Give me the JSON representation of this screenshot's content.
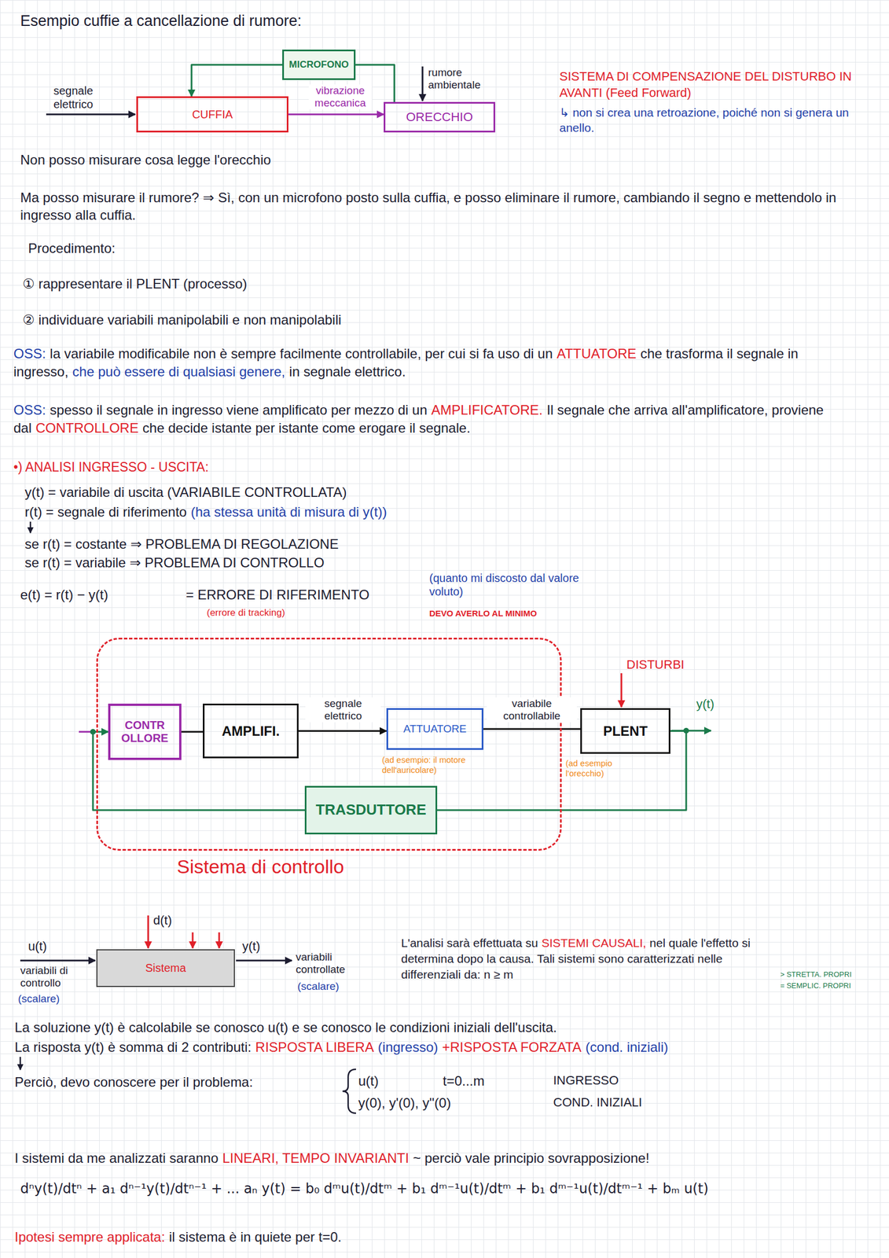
{
  "diagram": {
    "title": "Esempio cuffie a cancellazione di rumore:",
    "nodes": [
      {
        "text": [
          "MICROFONO"
        ]
      },
      {
        "text": [
          "CUFFIA"
        ]
      },
      {
        "text": [
          "ORECCHIO"
        ]
      },
      {
        "text": [
          "Sistema di controllo"
        ]
      },
      {
        "text": [
          "CONTR OLLORE"
        ],
        "in": 3
      },
      {
        "text": [
          "AMPLIFI."
        ],
        "in": 3
      },
      {
        "text": [
          "ATTUATORE"
        ],
        "in": 3
      },
      {
        "text": [
          "PLENT"
        ]
      },
      {
        "text": [
          "TRASDUTTORE"
        ],
        "in": 3
      },
      {
        "text": [
          "Sistema"
        ]
      }
    ],
    "edges": [
      {
        "from": 0,
        "to": 1,
        "arrow": "to"
      },
      {
        "from": 1,
        "to": 2,
        "label": "vibrazione meccanica",
        "arrow": "to"
      },
      {
        "from": 2,
        "to": 0,
        "arrow": "none"
      },
      {
        "from": 4,
        "to": 5,
        "arrow": "none"
      },
      {
        "from": 5,
        "to": 6,
        "label": "segnale elettrico",
        "arrow": "to"
      },
      {
        "from": 6,
        "to": 7,
        "label": "variabile controllabile",
        "arrow": "none"
      },
      {
        "from": 7,
        "to": 8,
        "arrow": "none"
      },
      {
        "from": 8,
        "to": 4,
        "arrow": "to"
      }
    ],
    "labels": [
      "segnale elettrico",
      "rumore ambientale",
      "SISTEMA DI COMPENSAZIONE DEL DISTURBO IN AVANTI (Feed Forward)",
      "↳ non si crea una retroazione, poiché non si genera un anello.",
      "Non posso misurare cosa legge l'orecchio",
      "Ma posso misurare il rumore? ⇒ Sì, con un microfono posto sulla cuffia, e posso eliminare il rumore, cambiando il segno e mettendolo in ingresso alla cuffia.",
      "Procedimento:",
      "① rappresentare il PLENT (processo)",
      "② individuare variabili manipolabili e non manipolabili",
      "OSS:",
      "la variabile modificabile non è sempre facilmente controllabile, per cui si fa uso di un",
      "ATTUATORE",
      "che trasforma il segnale in ingresso,",
      "che può essere di qualsiasi genere,",
      "in segnale elettrico.",
      "OSS:",
      "spesso il segnale in ingresso viene amplificato per mezzo di un",
      "AMPLIFICATORE.",
      "Il segnale che arriva all'amplificatore, proviene dal",
      "CONTROLLORE",
      "che decide istante per istante come erogare il segnale.",
      "•) ANALISI INGRESSO - USCITA:",
      "y(t) = variabile di uscita (VARIABILE CONTROLLATA)",
      "r(t) = segnale di riferimento",
      "(ha stessa unità di misura di y(t))",
      "se r(t) = costante ⇒ PROBLEMA DI REGOLAZIONE",
      "se r(t) = variabile ⇒ PROBLEMA DI CONTROLLO",
      "e(t) = r(t) − y(t)",
      "= ERRORE DI RIFERIMENTO",
      "(errore di tracking)",
      "(quanto mi discosto dal valore voluto)",
      "DEVO AVERLO AL MINIMO",
      "(ad esempio: il motore dell'auricolare)",
      "(ad esempio l'orecchio)",
      "DISTURBI",
      "y(t)",
      "d(t)",
      "u(t)",
      "variabili di controllo",
      "(scalare)",
      "y(t)",
      "variabili controllate",
      "(scalare)",
      "L'analisi sarà effettuata su",
      "SISTEMI CAUSALI,",
      "nel quale l'effetto si determina dopo la causa. Tali sistemi sono caratterizzati nelle differenziali da: n ≥ m",
      "> STRETTA. PROPRI",
      "= SEMPLIC. PROPRI",
      "La soluzione y(t) è calcolabile se conosco u(t) e se conosco le condizioni iniziali dell'uscita.",
      "La risposta y(t) è somma di 2 contributi:",
      "RISPOSTA LIBERA",
      "(ingresso)",
      "+RISPOSTA FORZATA",
      "(cond. iniziali)",
      "Perciò, devo conoscere per il problema:",
      "u(t)",
      "t=0...m",
      "INGRESSO",
      "y(0), y'(0), y''(0)",
      "COND. INIZIALI",
      "I sistemi da me analizzati saranno",
      "LINEARI, TEMPO INVARIANTI",
      "~ perciò vale principio sovrapposizione!",
      "dⁿy(t)/dtⁿ + a₁ dⁿ⁻¹y(t)/dtⁿ⁻¹ + ... aₙ y(t) = b₀ dᵐu(t)/dtᵐ + b₁ dᵐ⁻¹u(t)/dtᵐ + b₁ dᵐ⁻¹u(t)/dtᵐ⁻¹ + bₘ u(t)",
      "Ipotesi sempre applicata:",
      "il sistema è in quiete per t=0."
    ]
  }
}
